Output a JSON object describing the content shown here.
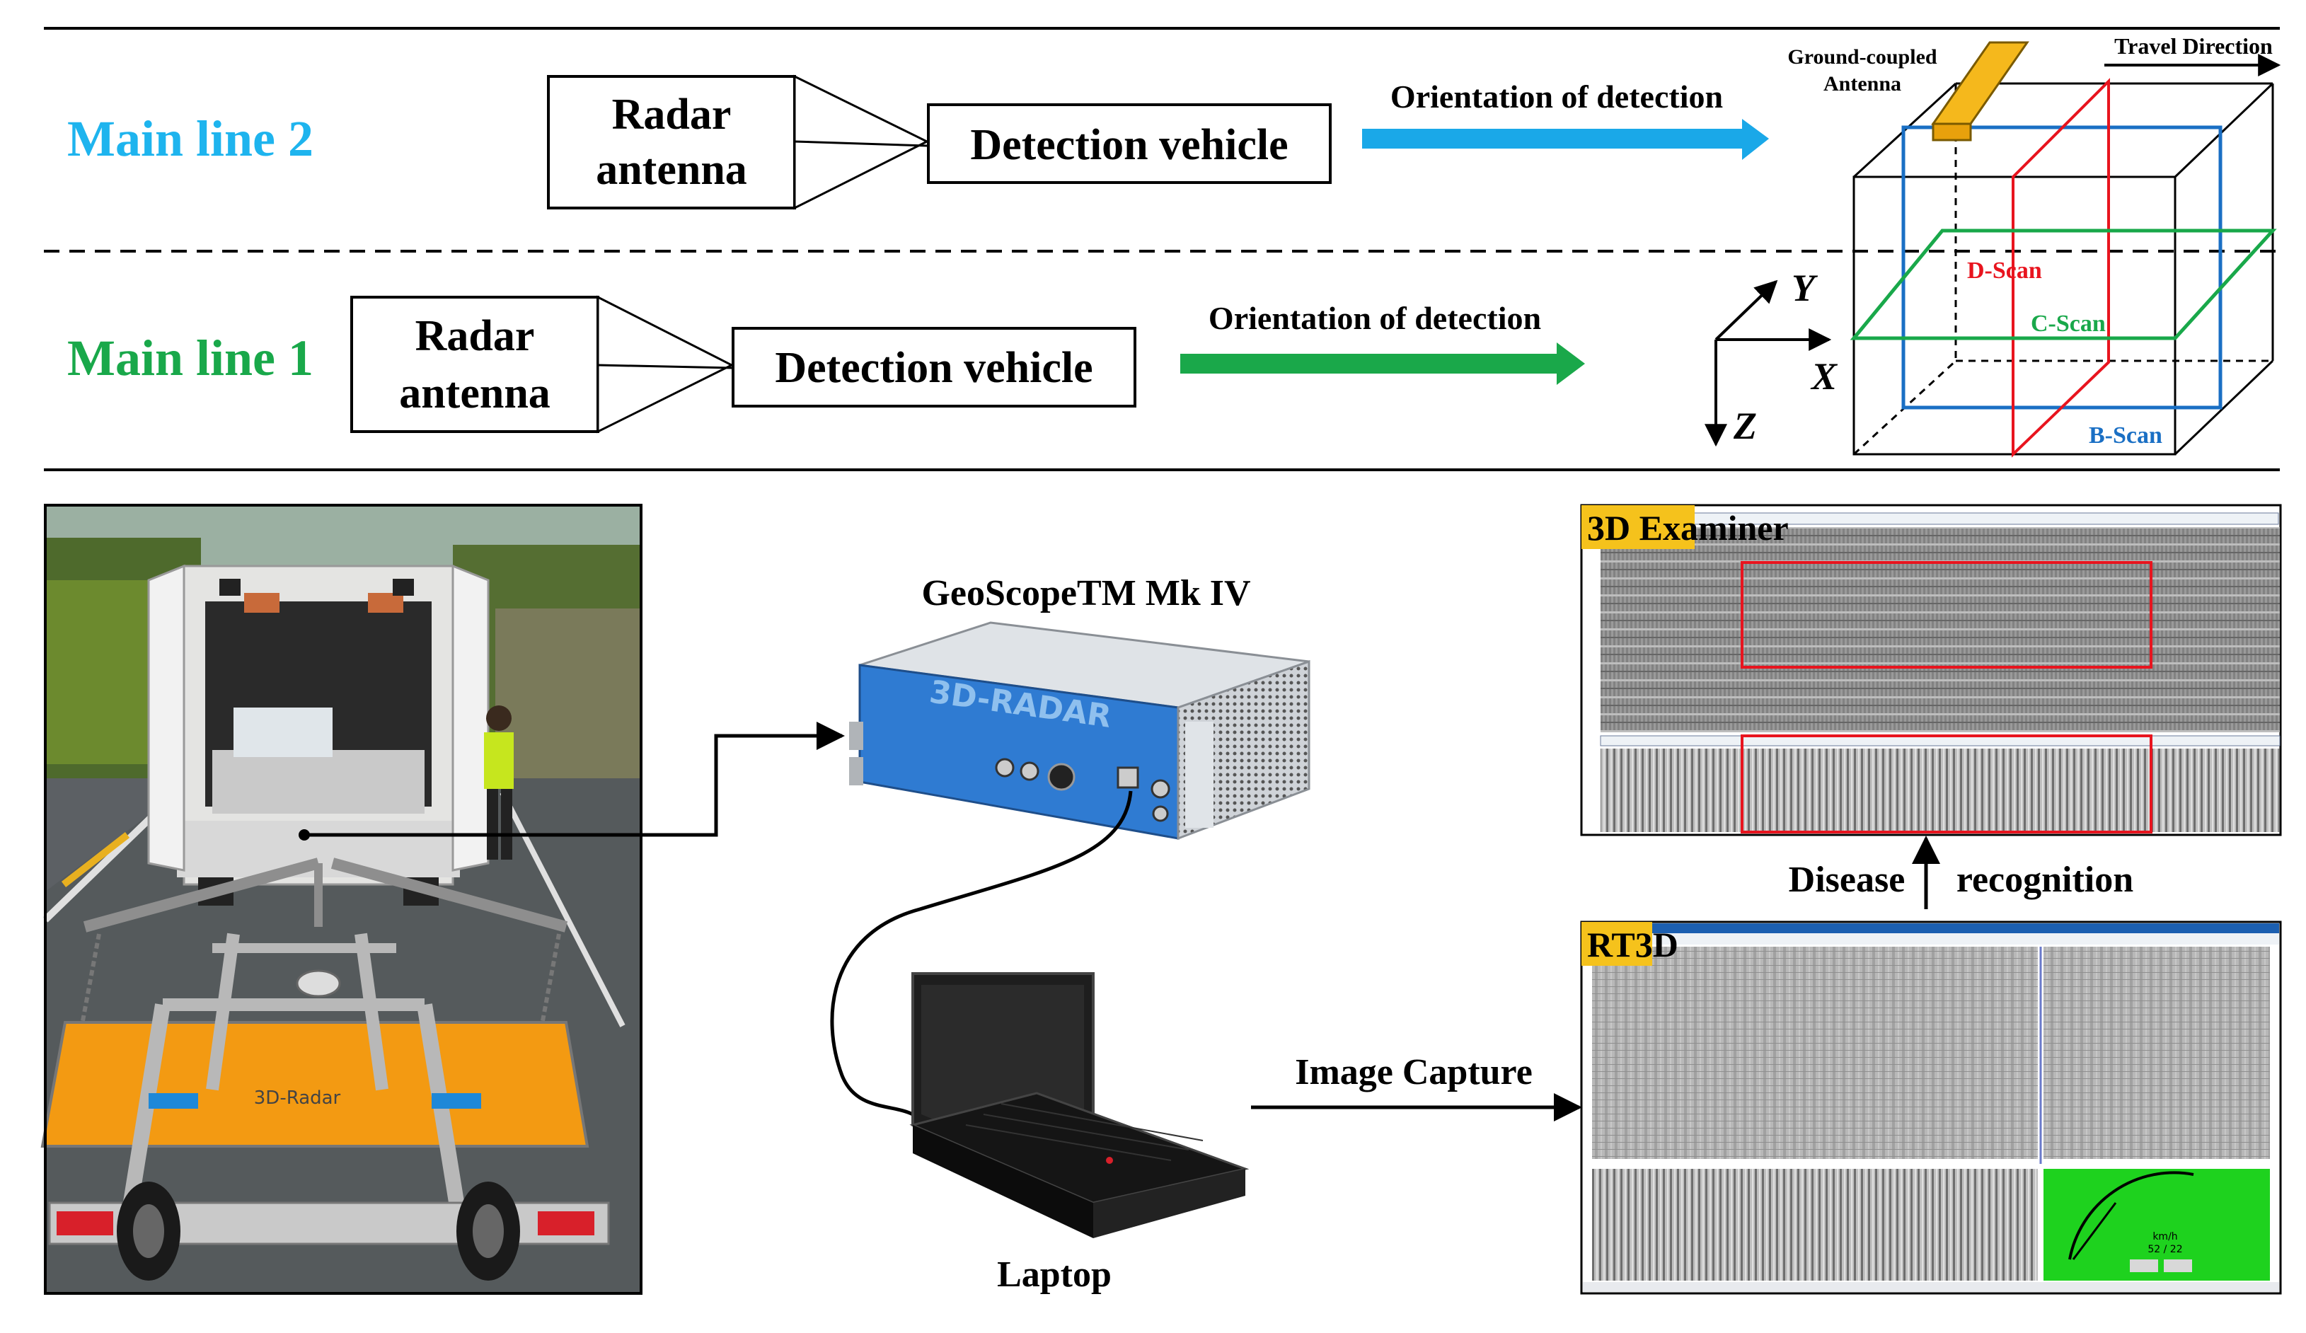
{
  "top_section": {
    "line2": {
      "label": "Main line 2",
      "color": "#1eb4ee",
      "box_radar_1": "Radar",
      "box_radar_2": "antenna",
      "box_vehicle": "Detection vehicle",
      "arrow_label": "Orientation of detection",
      "arrow_color": "#1aa8e8"
    },
    "line1": {
      "label": "Main line 1",
      "color": "#19a84a",
      "box_radar_1": "Radar",
      "box_radar_2": "antenna",
      "box_vehicle": "Detection vehicle",
      "arrow_label": "Orientation of detection",
      "arrow_color": "#1aa84a"
    },
    "cube": {
      "antenna_label_1": "Ground-coupled",
      "antenna_label_2": "Antenna",
      "travel_label": "Travel Direction",
      "d_scan": "D-Scan",
      "c_scan": "C-Scan",
      "b_scan": "B-Scan",
      "d_color": "#e8141e",
      "c_color": "#19a84a",
      "b_color": "#1a6fc4",
      "antenna_color": "#f5b81c",
      "axis_x": "X",
      "axis_y": "Y",
      "axis_z": "Z"
    }
  },
  "bottom_section": {
    "device_title": "GeoScopeTM Mk IV",
    "device_brand": "3D-RADAR",
    "laptop_label": "Laptop",
    "image_capture": "Image Capture",
    "disease": "Disease",
    "recognition": "recognition",
    "examiner_label": "3D Examiner",
    "rt3d_label": "RT3D",
    "tag_bg": "#f5c21c",
    "speed_unit": "km/h",
    "speed_value": "52 / 22",
    "trailer_brand": "3D-Radar"
  }
}
